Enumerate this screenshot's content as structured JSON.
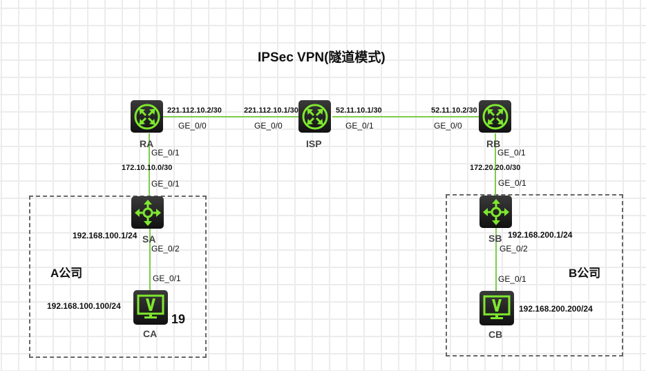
{
  "title": "IPSec VPN(隧道模式)",
  "colors": {
    "link": "#7ccc4a",
    "icon": "#7fe82e",
    "device_bg": "#1a1a1a",
    "zone_border": "#666666"
  },
  "devices": {
    "RA": {
      "label": "RA",
      "type": "router",
      "icon": "router-icon"
    },
    "ISP": {
      "label": "ISP",
      "type": "router",
      "icon": "router-icon"
    },
    "RB": {
      "label": "RB",
      "type": "router",
      "icon": "router-icon"
    },
    "SA": {
      "label": "SA",
      "type": "switch",
      "icon": "switch-icon"
    },
    "SB": {
      "label": "SB",
      "type": "switch",
      "icon": "switch-icon"
    },
    "CA": {
      "label": "CA",
      "type": "pc",
      "icon": "pc-monitor-icon"
    },
    "CB": {
      "label": "CB",
      "type": "pc",
      "icon": "pc-monitor-icon"
    }
  },
  "links": {
    "ra_isp": {
      "ra_ip": "221.112.10.2/30",
      "ra_port": "GE_0/0",
      "isp_ip": "221.112.10.1/30",
      "isp_port": "GE_0/0"
    },
    "isp_rb": {
      "isp_ip": "52.11.10.1/30",
      "isp_port": "GE_0/1",
      "rb_ip": "52.11.10.2/30",
      "rb_port": "GE_0/0"
    },
    "ra_sa": {
      "ra_port": "GE_0/1",
      "subnet": "172.10.10.0/30",
      "sa_port": "GE_0/1"
    },
    "rb_sb": {
      "rb_port": "GE_0/1",
      "subnet": "172.20.20.0/30",
      "sb_port": "GE_0/1"
    },
    "sa_ca": {
      "sa_port": "GE_0/2",
      "ca_port": "GE_0/1"
    },
    "sb_cb": {
      "sb_port": "GE_0/2",
      "cb_port": "GE_0/1"
    }
  },
  "addresses": {
    "sa_ip": "192.168.100.1/24",
    "ca_ip": "192.168.100.100/24",
    "sb_ip": "192.168.200.1/24",
    "cb_ip": "192.168.200.200/24"
  },
  "zones": {
    "a": {
      "label": "A公司"
    },
    "b": {
      "label": "B公司"
    }
  },
  "badge": "19"
}
